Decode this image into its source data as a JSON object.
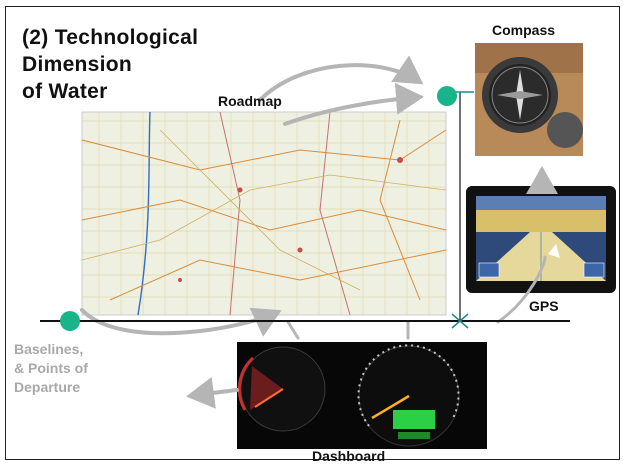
{
  "title": {
    "line1": "(2) Technological",
    "line2": "Dimension",
    "line3": "of Water"
  },
  "labels": {
    "roadmap": "Roadmap",
    "compass": "Compass",
    "gps": "GPS",
    "dashboard": "Dashboard",
    "baselines_line1": "Baselines,",
    "baselines_line2": "& Points of",
    "baselines_line3": "Departure"
  },
  "colors": {
    "arrow_gray": "#b5b5b5",
    "node_green": "#19b48a",
    "connector_teal": "#1a8a8a",
    "baseline_black": "#111111",
    "label_gray": "#a9a9a9"
  },
  "icons": {
    "compass": "compass-icon",
    "gps": "gps-device-icon",
    "dashboard": "speedometer-icon",
    "roadmap": "road-map-image"
  }
}
